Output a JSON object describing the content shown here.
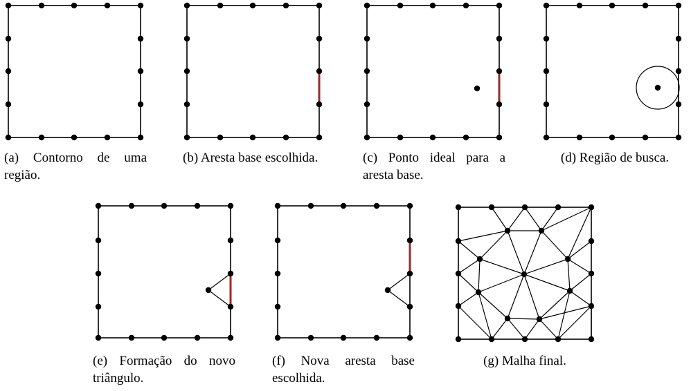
{
  "figure": {
    "panels": [
      {
        "id": "a",
        "caption": "(a) Contorno de uma região."
      },
      {
        "id": "b",
        "caption": "(b) Aresta base escolhida."
      },
      {
        "id": "c",
        "caption": "(c) Ponto ideal para a aresta base."
      },
      {
        "id": "d",
        "caption": "(d) Região de busca."
      },
      {
        "id": "e",
        "caption": "(e) Formação do novo triângulo."
      },
      {
        "id": "f",
        "caption": "(f) Nova aresta base escolhida."
      },
      {
        "id": "g",
        "caption": "(g) Malha final."
      }
    ],
    "colors": {
      "node": "#000000",
      "edge": "#000000",
      "base_edge": "#9b2b2b"
    }
  }
}
